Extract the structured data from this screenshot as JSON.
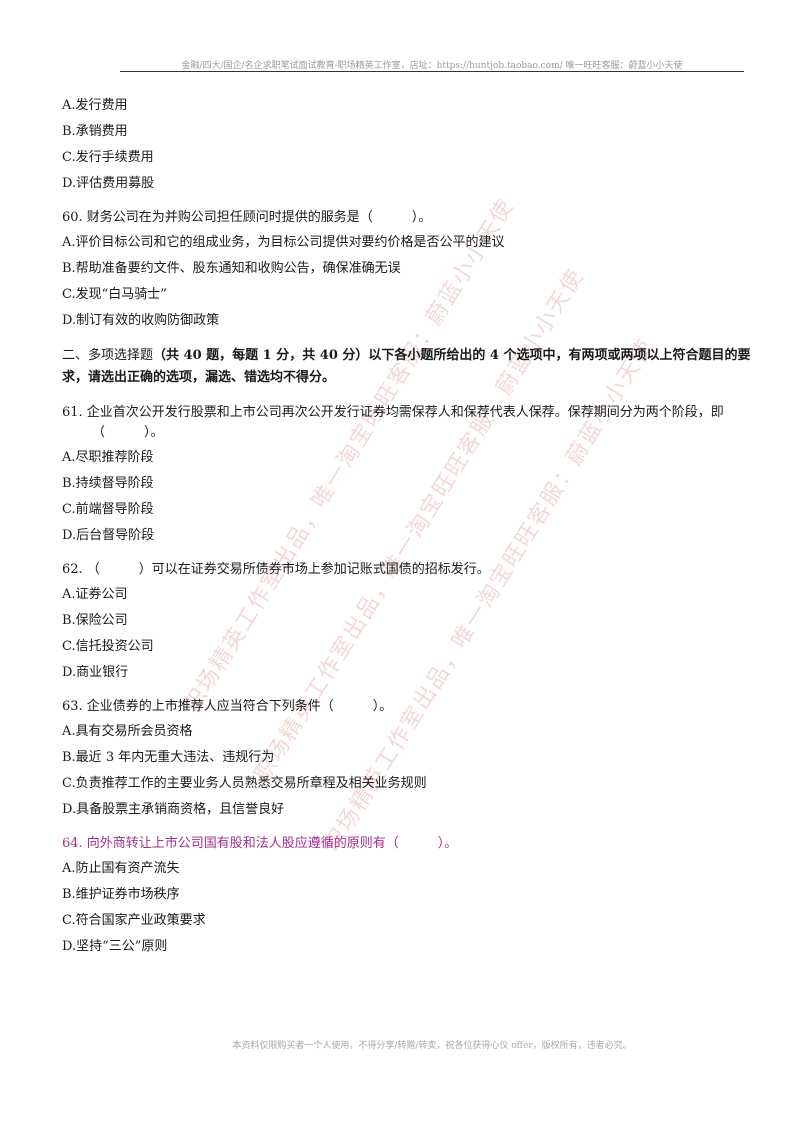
{
  "header": {
    "text": "金融/四大/国企/名企求职笔试面试教育-职场精英工作室，店址：https://huntjob.taobao.com/ 唯一旺旺客服：蔚蓝小小天使"
  },
  "prev_question_options": [
    "A.发行费用",
    "B.承销费用",
    "C.发行手续费用",
    "D.评估费用募股"
  ],
  "questions": [
    {
      "stem": "60. 财务公司在为并购公司担任顾问时提供的服务是（　　　）。",
      "options": [
        "A.评价目标公司和它的组成业务，为目标公司提供对要约价格是否公平的建议",
        "B.帮助准备要约文件、股东通知和收购公告，确保准确无误",
        "C.发现“白马骑士”",
        "D.制订有效的收购防御政策"
      ]
    }
  ],
  "section": {
    "lead": "二、多项选择题",
    "bold": "（共 40 题，每题 1 分，共 40 分）以下各小题所给出的 4 个选项中，有两项或两项以上符合题目的要求，请选出正确的选项，漏选、错选均不得分。"
  },
  "questions2": [
    {
      "stem": "61. 企业首次公开发行股票和上市公司再次公开发行证券均需保荐人和保荐代表人保荐。保荐期间分为两个阶段，即（　　　）。",
      "options": [
        "A.尽职推荐阶段",
        "B.持续督导阶段",
        "C.前端督导阶段",
        "D.后台督导阶段"
      ]
    },
    {
      "stem": "62. （　　　）可以在证券交易所债券市场上参加记账式国债的招标发行。",
      "options": [
        "A.证券公司",
        "B.保险公司",
        "C.信托投资公司",
        "D.商业银行"
      ]
    },
    {
      "stem": "63. 企业债券的上市推荐人应当符合下列条件（　　　）。",
      "options": [
        "A.具有交易所会员资格",
        "B.最近 3 年内无重大违法、违规行为",
        "C.负责推荐工作的主要业务人员熟悉交易所章程及相关业务规则",
        "D.具备股票主承销商资格，且信誉良好"
      ]
    },
    {
      "stem": "64. 向外商转让上市公司国有股和法人股应遵循的原则有（　　　）。",
      "options": [
        "A.防止国有资产流失",
        "B.维护证券市场秩序",
        "C.符合国家产业政策要求",
        "D.坚持“三公”原则"
      ]
    }
  ],
  "watermarks": [
    "职场精英工作室出品，唯一淘宝旺旺客服：蔚蓝小小天使",
    "职场精英工作室出品，唯一淘宝旺旺客服：蔚蓝小小天使",
    "职场精英工作室出品，唯一淘宝旺旺客服：蔚蓝小小天使"
  ],
  "footer": {
    "text": "本资料仅限购买者一个人使用，不得分享/转赠/转卖，祝各位获得心仪 offer，版权所有，违者必究。"
  }
}
